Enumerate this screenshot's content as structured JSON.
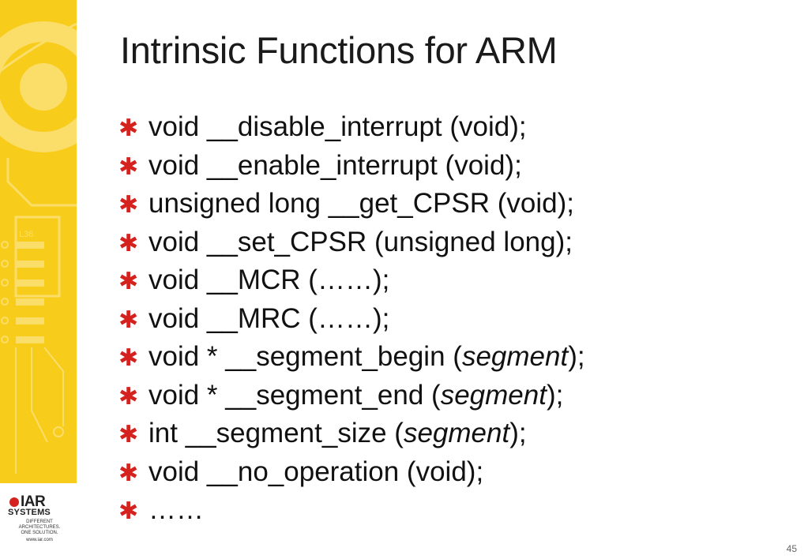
{
  "slide": {
    "title": "Intrinsic Functions for ARM",
    "bullet_icon": "red-star-icon",
    "accent_color": "#d4221e",
    "sidebar_color": "#f8cc1a",
    "page_number": "45"
  },
  "sidebar": {
    "chip_label": "L36"
  },
  "logo": {
    "brand_line1": "IAR",
    "brand_line2": "SYSTEMS",
    "tagline_line1": "DIFFERENT ARCHITECTURES.",
    "tagline_line2": "ONE SOLUTION.",
    "url": "www.iar.com"
  },
  "bullets": [
    {
      "pre": "void __disable_interrupt (void);",
      "italic": "",
      "post": ""
    },
    {
      "pre": "void __enable_interrupt (void);",
      "italic": "",
      "post": ""
    },
    {
      "pre": "unsigned long __get_CPSR (void);",
      "italic": "",
      "post": ""
    },
    {
      "pre": "void __set_CPSR (unsigned long);",
      "italic": "",
      "post": ""
    },
    {
      "pre": "void __MCR (……);",
      "italic": "",
      "post": ""
    },
    {
      "pre": "void __MRC (……);",
      "italic": "",
      "post": ""
    },
    {
      "pre": "void * __segment_begin (",
      "italic": "segment",
      "post": ");"
    },
    {
      "pre": "void * __segment_end (",
      "italic": "segment",
      "post": ");"
    },
    {
      "pre": "int __segment_size (",
      "italic": "segment",
      "post": ");"
    },
    {
      "pre": "void __no_operation (void);",
      "italic": "",
      "post": ""
    },
    {
      "pre": "……",
      "italic": "",
      "post": ""
    }
  ]
}
